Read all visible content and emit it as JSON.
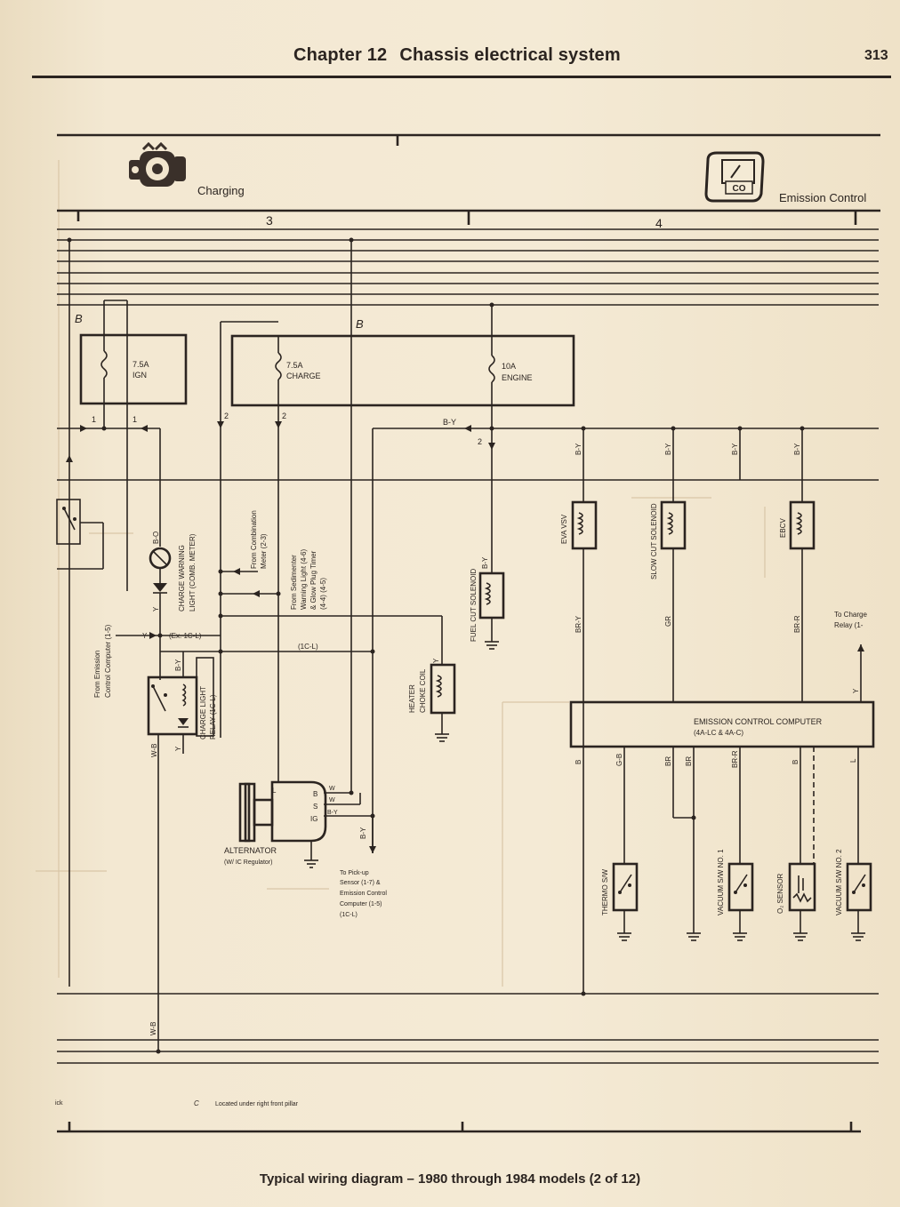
{
  "header": {
    "chapter_number": "Chapter 12",
    "chapter_title": "Chassis electrical system",
    "page_number": "313"
  },
  "caption": "Typical wiring diagram – 1980 through 1984 models (2 of 12)",
  "sections": {
    "charging": "Charging",
    "emission": "Emission Control",
    "col3": "3",
    "col4": "4",
    "co_badge": "CO"
  },
  "fuses": {
    "ign_rating": "7.5A",
    "ign_name": "IGN",
    "charge_rating": "7.5A",
    "charge_name": "CHARGE",
    "engine_rating": "10A",
    "engine_name": "ENGINE",
    "bus_b1": "B",
    "bus_b2": "B"
  },
  "pins": {
    "p1a": "1",
    "p1b": "1",
    "p2a": "2",
    "p2b": "2",
    "p2c": "2"
  },
  "wires": {
    "by_main": "B-Y",
    "by_eva": "B-Y",
    "by_slow": "B-Y",
    "by_extra": "B-Y",
    "by_ebcv": "B-Y",
    "bo": "B-O",
    "y_light": "Y",
    "y_emis": "Y",
    "by_relay": "B-Y",
    "wb_relay": "W-B",
    "y_relay": "Y",
    "ex_1cl": "(Ex. 1C-L)",
    "only_1cl": "(1C-L)",
    "y_choke": "Y",
    "by_fcs": "B-Y",
    "brY": "BR-Y",
    "gr": "GR",
    "brR": "BR-R",
    "y_right": "Y",
    "b_ecu": "B",
    "gb": "G-B",
    "br1": "BR",
    "br2": "BR",
    "brR2": "BR-R",
    "b_ecu2": "B",
    "l_ecu": "L",
    "wb_bottom": "W-B",
    "by_alt": "B-Y",
    "alt_l": "L",
    "alt_b": "B",
    "alt_s": "S",
    "alt_ig": "IG",
    "alt_w1": "W",
    "alt_w2": "W",
    "alt_by": "B-Y"
  },
  "labels": {
    "charge_warning": "CHARGE WARNING",
    "charge_warning2": "LIGHT (COMB. METER)",
    "charge_relay": "CHARGE LIGHT",
    "charge_relay2": "RELAY (1C-L)",
    "from_emission": "From Emission",
    "from_emission2": "Control Computer (1-5)",
    "from_comb": "From Combination",
    "from_comb2": "Meter (2-3)",
    "from_sed": "From Sedimenter",
    "from_sed2": "Warning Light (4-6)",
    "from_sed3": "& Glow Plug Timer",
    "from_sed4": "(4-4) (4-5)",
    "heater": "HEATER",
    "heater2": "CHOKE COIL",
    "fuel_cut": "FUEL CUT SOLENOID",
    "eva": "EVA VSV",
    "slow_cut": "SLOW CUT SOLENOID",
    "ebcv": "EBCV",
    "to_charge": "To Charge",
    "to_charge2": "Relay (1-",
    "ecu": "EMISSION CONTROL COMPUTER",
    "ecu2": "(4A-LC & 4A-C)",
    "alternator": "ALTERNATOR",
    "alternator2": "(W/ IC Regulator)",
    "pickup1": "To Pick-up",
    "pickup2": "Sensor (1-7) &",
    "pickup3": "Emission Control",
    "pickup4": "Computer (1-5)",
    "pickup5": "(1C-L)",
    "thermo": "THERMO S/W",
    "vac1": "VACUUM S/W NO. 1",
    "o2": "O₂ SENSOR",
    "vac2": "VACUUM S/W NO. 2"
  },
  "footnote": {
    "left": "ick",
    "c_mark": "C",
    "text": "Located under right front pillar"
  }
}
